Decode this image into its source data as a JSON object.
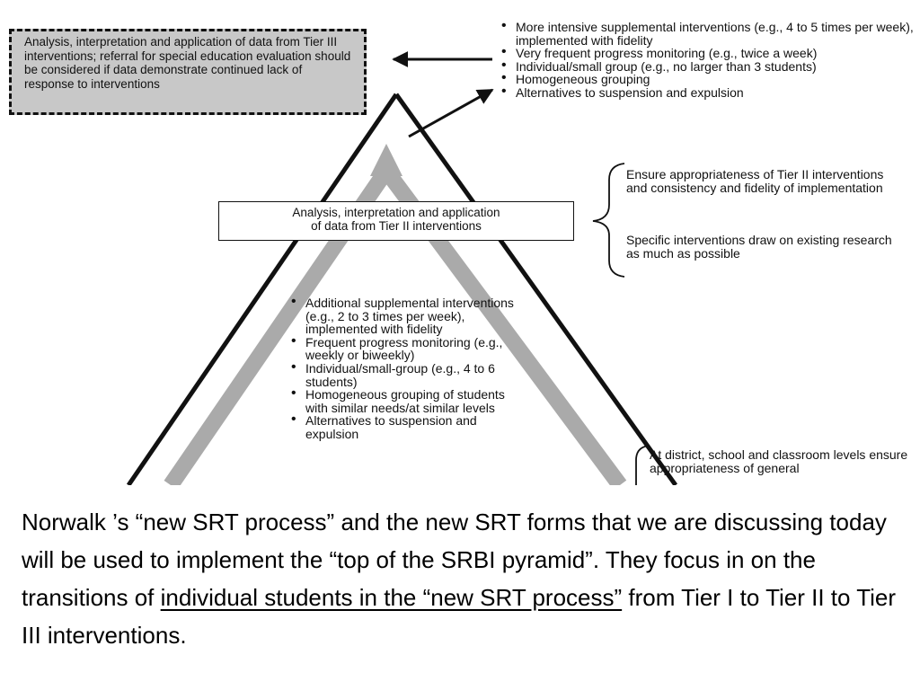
{
  "tier3_box": {
    "text": "Analysis, interpretation and application of data from Tier III interventions; referral for special education evaluation should be considered if data demonstrate continued lack of response to interventions"
  },
  "tier3_bullets": [
    "More intensive supplemental interventions (e.g., 4 to 5 times per week), implemented with fidelity",
    "Very frequent progress monitoring (e.g., twice a week)",
    "Individual/small group (e.g., no larger than 3 students)",
    "Homogeneous grouping",
    "Alternatives to suspension and expulsion"
  ],
  "tier2_box": {
    "line1": "Analysis, interpretation and application",
    "line2": "of data from Tier II interventions"
  },
  "tier2_notes": {
    "note1": "Ensure appropriateness of Tier II interventions and consistency and fidelity of implementation",
    "note2": "Specific interventions draw on existing research as much as possible"
  },
  "tier2_bullets": [
    "Additional supplemental interventions (e.g., 2 to 3 times per week), implemented with fidelity",
    "Frequent progress monitoring (e.g., weekly or biweekly)",
    "Individual/small-group (e.g., 4 to 6 students)",
    "Homogeneous grouping of students with similar needs/at similar levels",
    "Alternatives to suspension and expulsion"
  ],
  "tier1_note": "At district, school and classroom levels ensure appropriateness of general",
  "caption": {
    "part1": "Norwalk ’s “new SRT process” and the new SRT forms that we are discussing today will be used to implement the “top of the SRBI pyramid”. They focus in on the transitions of ",
    "underlined": "individual students in the “new SRT process”",
    "part2": " from Tier I to Tier II to Tier III interventions."
  }
}
